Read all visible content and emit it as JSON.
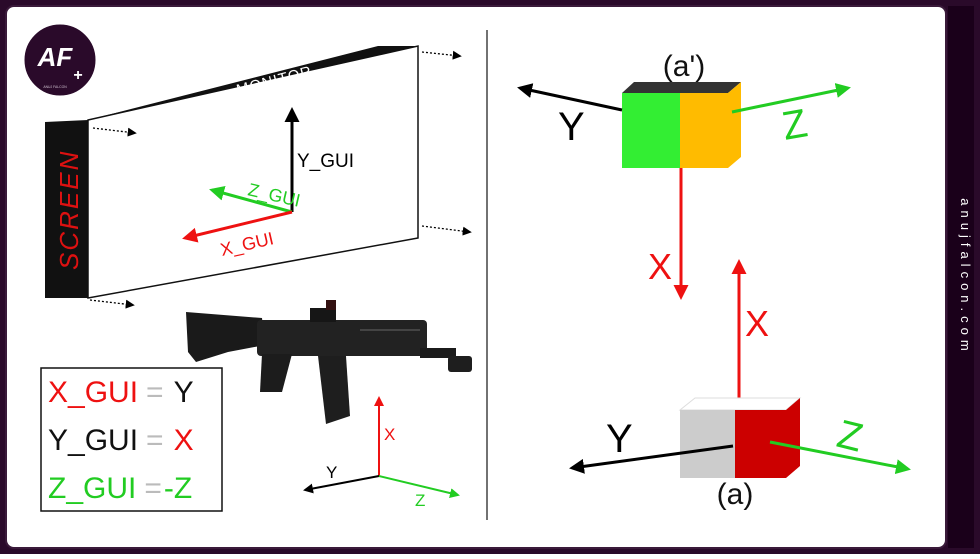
{
  "brand": {
    "logo_letters": "AF",
    "logo_plus": "+",
    "logo_tagline": "ANUJ FALCON",
    "side_url": "anujfalcon.com",
    "frame_color": "#2a0a2a"
  },
  "left_panel": {
    "monitor_label": "MONITOR",
    "screen_label": "SCREEN",
    "gui_axes": {
      "y": {
        "label": "Y_GUI",
        "color": "#000000"
      },
      "z": {
        "label": "Z_GUI",
        "color": "#22cc22"
      },
      "x": {
        "label": "X_GUI",
        "color": "#ee1111"
      }
    },
    "mapping": [
      {
        "lhs": "X_GUI",
        "eq": "=",
        "rhs": "Y",
        "lhs_color": "#ee1111",
        "eq_color": "#bbbbbb",
        "rhs_color": "#111111"
      },
      {
        "lhs": "Y_GUI",
        "eq": "=",
        "rhs": "X",
        "lhs_color": "#111111",
        "eq_color": "#bbbbbb",
        "rhs_color": "#ee1111"
      },
      {
        "lhs": "Z_GUI",
        "eq": "=",
        "rhs": "-Z",
        "lhs_color": "#22cc22",
        "eq_color": "#bbbbbb",
        "rhs_color": "#22cc22"
      }
    ],
    "world_axes": {
      "x": "X",
      "y": "Y",
      "z": "Z"
    },
    "rifle_icon": "rifle-icon"
  },
  "right_panel": {
    "top_cube": {
      "label": "(a')",
      "top_color": "#333333",
      "left_color": "#33ee33",
      "right_color": "#ffbb00",
      "y_label": "Y",
      "z_label": "Z",
      "x_label": "X"
    },
    "bottom_cube": {
      "label": "(a)",
      "top_color": "#ffffff",
      "left_color": "#cccccc",
      "right_color": "#cc0000",
      "y_label": "Y",
      "z_label": "Z",
      "x_label": "X"
    }
  }
}
